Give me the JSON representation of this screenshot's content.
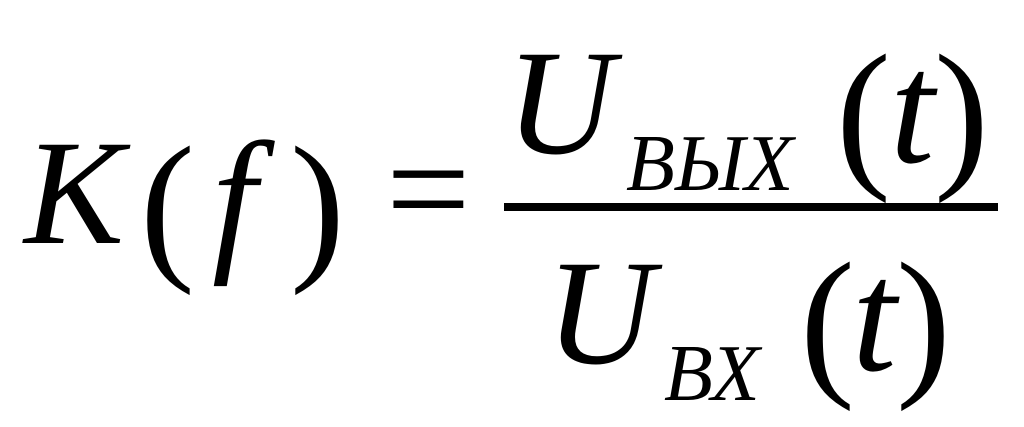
{
  "formula": {
    "lhs": {
      "function_name": "K",
      "open_paren": "(",
      "variable": "f",
      "close_paren": ")"
    },
    "equals_sign": "=",
    "numerator": {
      "symbol": "U",
      "subscript": "ВЫХ",
      "open_paren": "(",
      "variable": "t",
      "close_paren": ")"
    },
    "denominator": {
      "symbol": "U",
      "subscript": "ВХ",
      "open_paren": "(",
      "variable": "t",
      "close_paren": ")"
    }
  }
}
